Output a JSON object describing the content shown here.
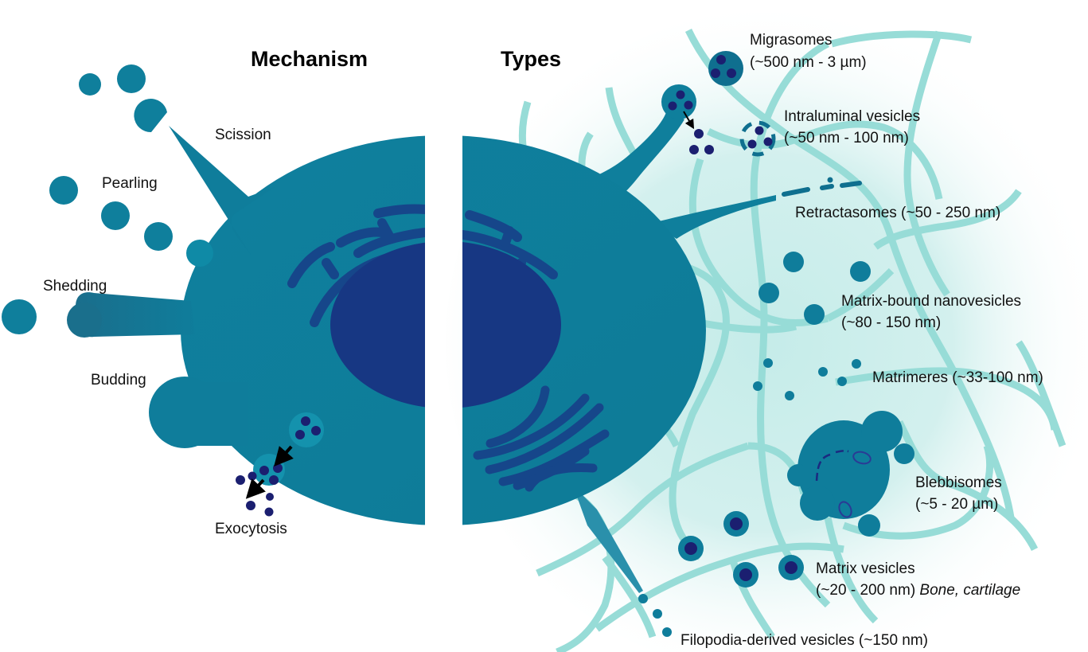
{
  "figure": {
    "sections": {
      "mechanism": "Mechanism",
      "types": "Types"
    },
    "mechanism_labels": {
      "scission": "Scission",
      "pearling": "Pearling",
      "shedding": "Shedding",
      "budding": "Budding",
      "exocytosis": "Exocytosis"
    },
    "types": [
      {
        "id": "migrasomes",
        "name": "Migrasomes",
        "size": "(~500 nm - 3 µm)"
      },
      {
        "id": "intraluminal",
        "name": "Intraluminal vesicles",
        "size": "(~50 nm - 100 nm)"
      },
      {
        "id": "retractasomes",
        "name": "Retractasomes (~50 - 250 nm)",
        "size": ""
      },
      {
        "id": "mbv",
        "name": "Matrix-bound nanovesicles",
        "size": "(~80 - 150 nm)"
      },
      {
        "id": "matrimeres",
        "name": "Matrimeres (~33-100 nm)",
        "size": ""
      },
      {
        "id": "blebbisomes",
        "name": "Blebbisomes",
        "size": "(~5 - 20 µm)"
      },
      {
        "id": "matrix-vesicles",
        "name": "Matrix vesicles",
        "size": "(~20 - 200 nm)",
        "note": "Bone, cartilage"
      },
      {
        "id": "filopodia",
        "name": "Filopodia-derived vesicles (~150 nm)",
        "size": ""
      }
    ],
    "colors": {
      "cell": "#0e7e9b",
      "vesicle": "#0f7f9c",
      "nucleus": "#173783",
      "organelle": "#16468a",
      "cargo": "#1b1f70",
      "fiber": "#97dcd7",
      "ecm_glow": "#c5ece9"
    }
  }
}
